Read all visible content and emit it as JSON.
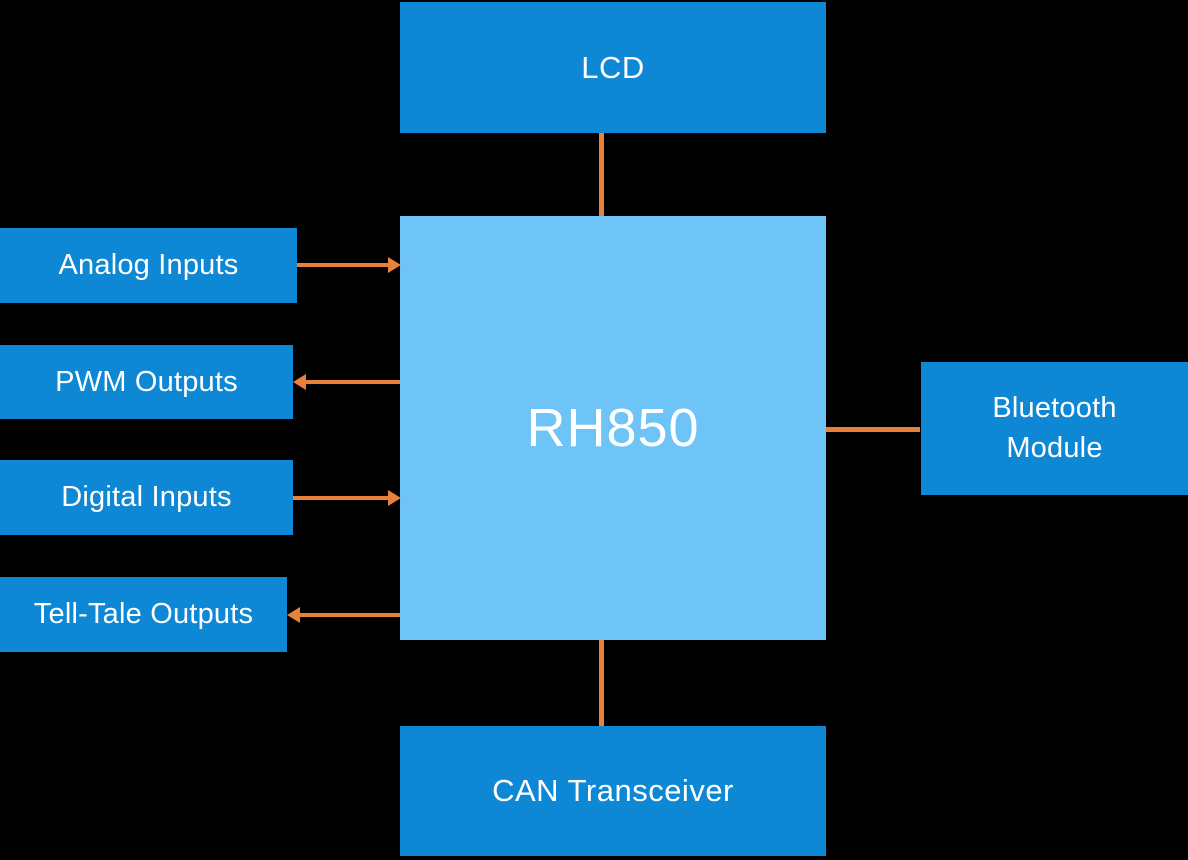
{
  "colors": {
    "background": "#000000",
    "peripheral_box": "#0e87d5",
    "center_box": "#6ec4f7",
    "connector": "#e8823a",
    "label_text": "#ffffff"
  },
  "blocks": {
    "rh850": {
      "label": "RH850"
    },
    "lcd": {
      "label": "LCD"
    },
    "can": {
      "label": "CAN Transceiver"
    },
    "bluetooth": {
      "label": "Bluetooth Module"
    },
    "analog": {
      "label": "Analog Inputs"
    },
    "pwm": {
      "label": "PWM Outputs"
    },
    "digital": {
      "label": "Digital Inputs"
    },
    "telltale": {
      "label": "Tell-Tale Outputs"
    }
  },
  "connections": [
    {
      "from": "LCD",
      "to": "RH850",
      "arrow": "none"
    },
    {
      "from": "Analog Inputs",
      "to": "RH850",
      "arrow": "into-center"
    },
    {
      "from": "RH850",
      "to": "PWM Outputs",
      "arrow": "out-of-center"
    },
    {
      "from": "Digital Inputs",
      "to": "RH850",
      "arrow": "into-center"
    },
    {
      "from": "RH850",
      "to": "Tell-Tale Outputs",
      "arrow": "out-of-center"
    },
    {
      "from": "RH850",
      "to": "Bluetooth Module",
      "arrow": "none"
    },
    {
      "from": "RH850",
      "to": "CAN Transceiver",
      "arrow": "none"
    }
  ]
}
